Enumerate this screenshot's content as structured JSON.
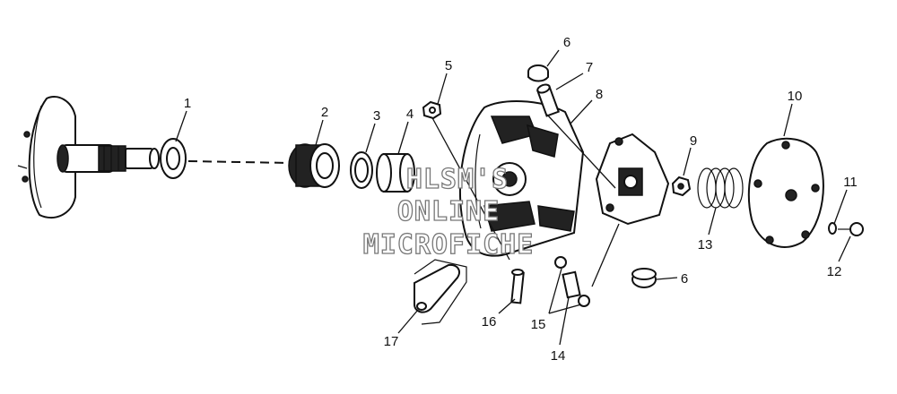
{
  "callouts": [
    {
      "id": "c1",
      "text": "1"
    },
    {
      "id": "c2",
      "text": "2"
    },
    {
      "id": "c3",
      "text": "3"
    },
    {
      "id": "c4",
      "text": "4"
    },
    {
      "id": "c5",
      "text": "5"
    },
    {
      "id": "c6a",
      "text": "6"
    },
    {
      "id": "c7",
      "text": "7"
    },
    {
      "id": "c8",
      "text": "8"
    },
    {
      "id": "c9",
      "text": "9"
    },
    {
      "id": "c10",
      "text": "10"
    },
    {
      "id": "c11",
      "text": "11"
    },
    {
      "id": "c12",
      "text": "12"
    },
    {
      "id": "c13",
      "text": "13"
    },
    {
      "id": "c6b",
      "text": "6"
    },
    {
      "id": "c14",
      "text": "14"
    },
    {
      "id": "c15",
      "text": "15"
    },
    {
      "id": "c16",
      "text": "16"
    },
    {
      "id": "c17",
      "text": "17"
    }
  ],
  "watermark": {
    "line1": "HLSM'S",
    "line2": "ONLINE",
    "line3": "MICROFICHE"
  }
}
